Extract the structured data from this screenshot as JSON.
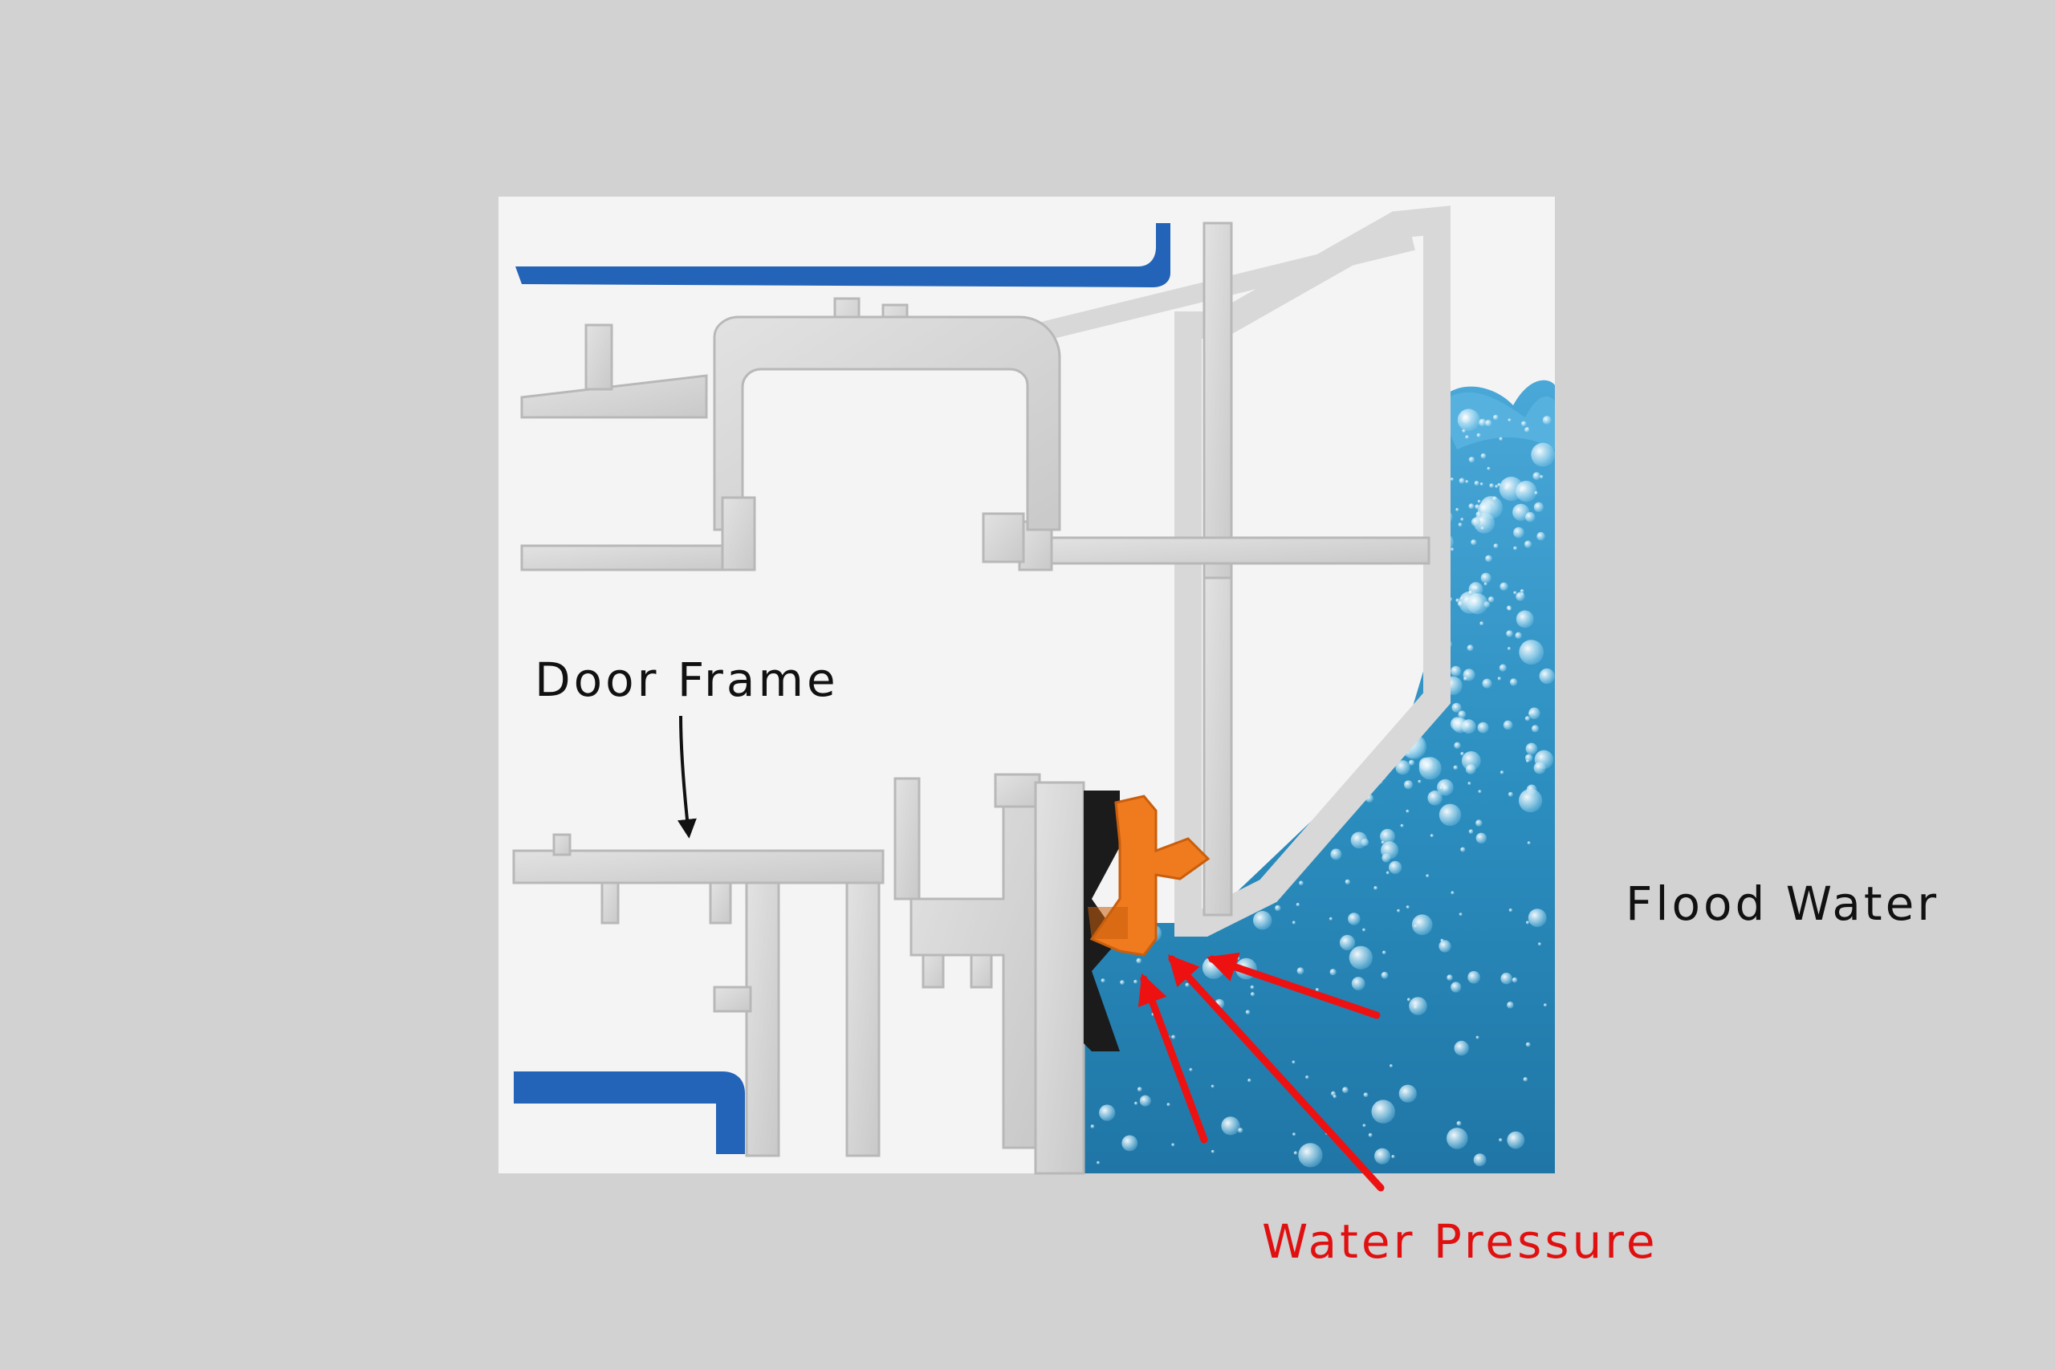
{
  "labels": {
    "door_frame": "Door Frame",
    "flood_water": "Flood Water",
    "water_pressure": "Water Pressure"
  },
  "colors": {
    "background": "#d2d2d2",
    "panel": "#f4f4f4",
    "frame_profile": "#d6d6d6",
    "frame_edge": "#b8b8b8",
    "water": "#2c8fc0",
    "seal_orange": "#f07a1e",
    "seal_black": "#1b1b1b",
    "insert_blue": "#2364b8",
    "annotation_arrow": "#ee1111",
    "pointer_arrow": "#111111"
  },
  "icons": {
    "pressure_arrows": "red-arrow-icon",
    "label_pointer": "black-arrow-icon"
  }
}
